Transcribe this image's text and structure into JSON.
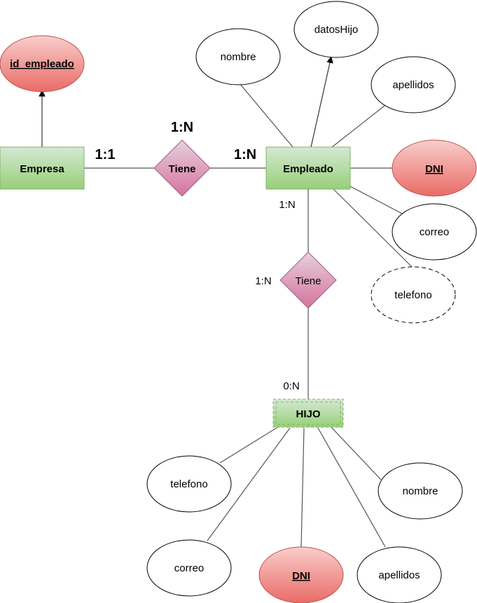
{
  "entities": {
    "empresa": "Empresa",
    "empleado": "Empleado",
    "hijo": "HIJO"
  },
  "relationships": {
    "tiene_top": "Tiene",
    "tiene_mid": "Tiene"
  },
  "attributes": {
    "id_empleado": "id_empleado",
    "nombre": "nombre",
    "datosHijo": "datosHijo",
    "apellidos": "apellidos",
    "dni_empleado": "DNI",
    "correo": "correo",
    "telefono": "telefono",
    "hijo_telefono": "telefono",
    "hijo_nombre": "nombre",
    "hijo_correo": "correo",
    "hijo_dni": "DNI",
    "hijo_apellidos": "apellidos"
  },
  "cardinalities": {
    "empresa_tiene": "1:1",
    "tiene_top": "1:N",
    "tiene_empleado": "1:N",
    "empleado_down": "1:N",
    "tiene_mid_left": "1:N",
    "hijo_up": "0:N"
  },
  "colors": {
    "entity_fill_top": "#d5e8d4",
    "entity_fill_bottom": "#97d077",
    "entity_stroke": "#82b366",
    "relation_fill_top": "#e6d0de",
    "relation_fill_bottom": "#d5739d",
    "relation_stroke": "#996185",
    "key_fill_top": "#f8cecc",
    "key_fill_bottom": "#ea6b66",
    "key_stroke": "#b85450"
  }
}
